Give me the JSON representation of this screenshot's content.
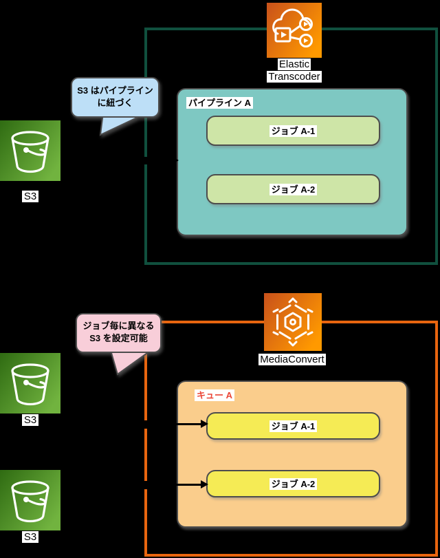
{
  "colors": {
    "background": "#000000",
    "transcoder_region_border": "#10503E",
    "mediaconvert_region_border": "#E8650F",
    "pipeline_fill": "#7EC8C2",
    "job_green_fill": "#CEE5A7",
    "queue_fill": "#FACD8C",
    "job_yellow_fill": "#F5EB55",
    "blue_callout_fill": "#BDDFF7",
    "pink_callout_fill": "#F8CED9",
    "box_border": "#4D4D4D",
    "queue_label_text": "#EB4637",
    "aws_orange_gradient": [
      "#C8511B",
      "#FF9900"
    ],
    "s3_green_gradient": [
      "#2F6B12",
      "#71B33F"
    ]
  },
  "top": {
    "service_line1": "Elastic",
    "service_line2": "Transcoder",
    "callout": {
      "line1": "S3 はパイプライン",
      "line2": "に紐づく"
    },
    "bucket_label": "S3",
    "container_label": "パイプライン A",
    "jobs": [
      {
        "label": "ジョブ A-1"
      },
      {
        "label": "ジョブ A-2"
      }
    ]
  },
  "bottom": {
    "service": "MediaConvert",
    "callout": {
      "line1": "ジョブ毎に異なる",
      "line2": "S3 を設定可能"
    },
    "buckets": [
      {
        "label": "S3"
      },
      {
        "label": "S3"
      }
    ],
    "container_label": "キュー A",
    "jobs": [
      {
        "label": "ジョブ A-1"
      },
      {
        "label": "ジョブ A-2"
      }
    ]
  }
}
